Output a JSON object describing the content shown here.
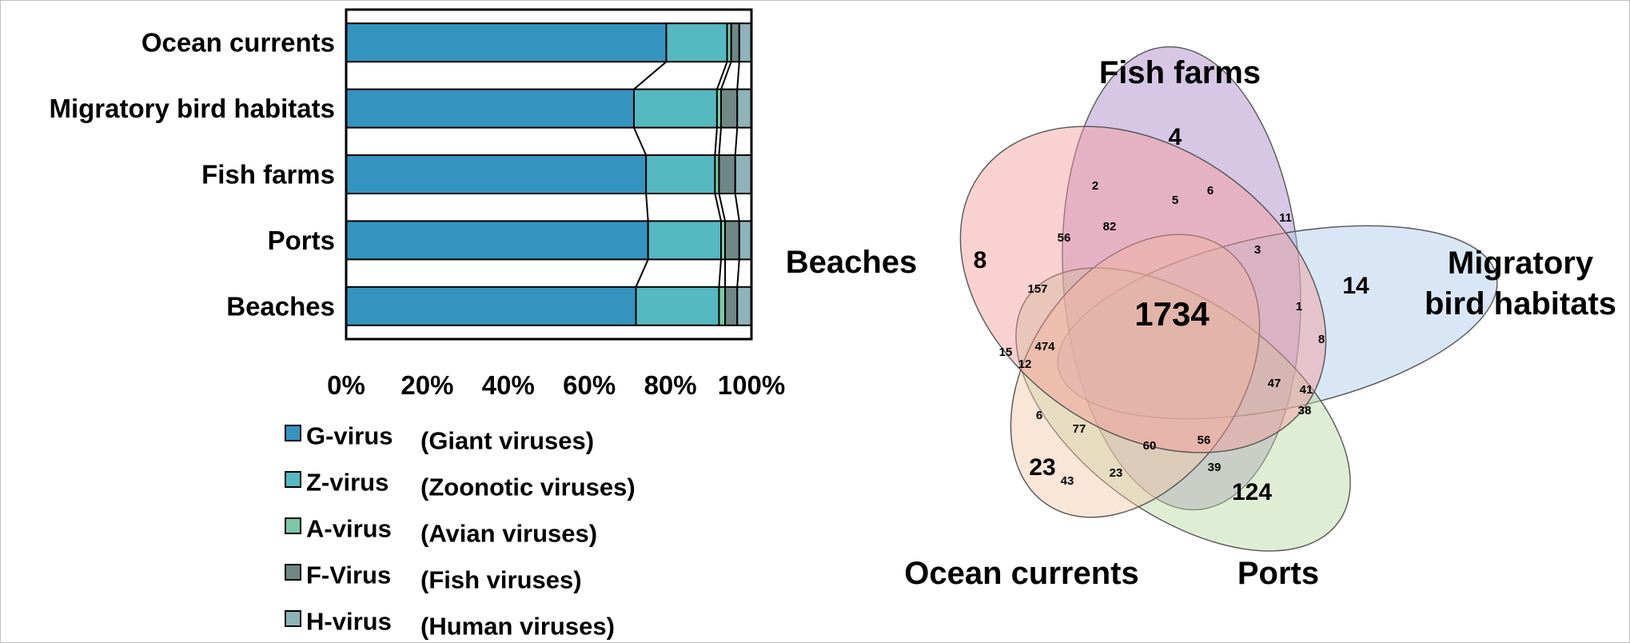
{
  "chart_data": [
    {
      "type": "bar",
      "orientation": "horizontal",
      "stacked": "percent",
      "categories": [
        "Ocean currents",
        "Migratory bird habitats",
        "Fish farms",
        "Ports",
        "Beaches"
      ],
      "x_ticks": [
        "0%",
        "20%",
        "40%",
        "60%",
        "80%",
        "100%"
      ],
      "xlim": [
        0,
        100
      ],
      "series": [
        {
          "name": "G-virus",
          "full": "(Giant viruses)",
          "color": "#3594bf",
          "values": [
            79,
            71,
            74,
            74.5,
            71.5
          ]
        },
        {
          "name": "Z-virus",
          "full": "(Zoonotic viruses)",
          "color": "#56b8c1",
          "values": [
            15,
            20.5,
            17,
            18,
            20.5
          ]
        },
        {
          "name": "A-virus",
          "full": "(Avian viruses)",
          "color": "#7cc8a6",
          "values": [
            1,
            1,
            1,
            1,
            1.5
          ]
        },
        {
          "name": "F-Virus",
          "full": "(Fish viruses)",
          "color": "#6f8785",
          "values": [
            2,
            4,
            4,
            3.5,
            3
          ]
        },
        {
          "name": "H-virus",
          "full": "(Human viruses)",
          "color": "#8fb3ba",
          "values": [
            3,
            3.5,
            4,
            3,
            3.5
          ]
        }
      ]
    },
    {
      "type": "venn",
      "sets": [
        "Fish farms",
        "Migratory bird habitats",
        "Ports",
        "Ocean currents",
        "Beaches"
      ],
      "set_colors": [
        "#a782c6",
        "#aac8e8",
        "#b7d7a2",
        "#f4c8a7",
        "#f39a9a"
      ],
      "set_labels": [
        "Fish farms",
        "Migratory\nbird habitats",
        "Ports",
        "Ocean currents",
        "Beaches"
      ],
      "unique_counts": {
        "Fish farms": "4",
        "Migratory bird habitats": "14",
        "Ports": "124",
        "Ocean currents": "23",
        "Beaches": "8"
      },
      "center_count": "1734",
      "region_counts": [
        "2",
        "6",
        "5",
        "11",
        "82",
        "56",
        "3",
        "157",
        "1",
        "8",
        "474",
        "15",
        "12",
        "47",
        "41",
        "38",
        "6",
        "77",
        "56",
        "60",
        "39",
        "23",
        "43"
      ]
    }
  ]
}
